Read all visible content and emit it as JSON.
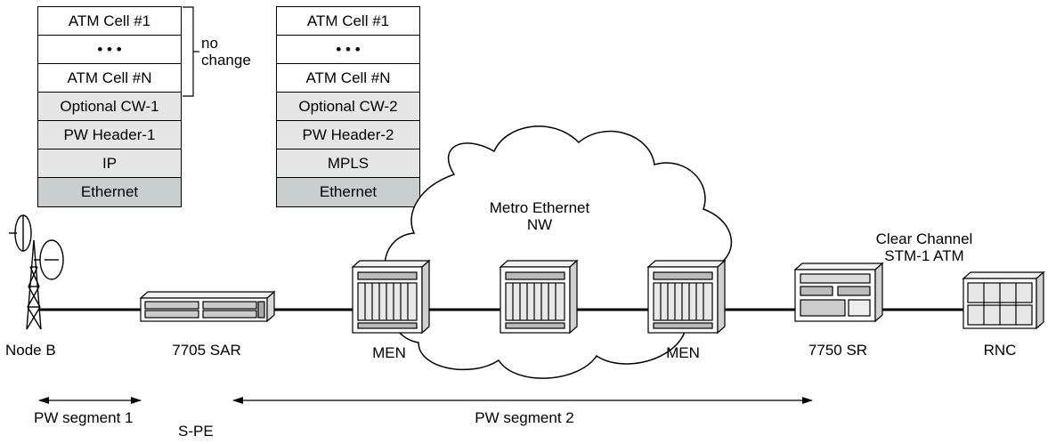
{
  "stack_left": {
    "cells": [
      "ATM Cell #1",
      "• • •",
      "ATM Cell #N",
      "Optional CW-1",
      "PW Header-1",
      "IP",
      "Ethernet"
    ]
  },
  "stack_right": {
    "cells": [
      "ATM Cell #1",
      "• • •",
      "ATM Cell #N",
      "Optional CW-2",
      "PW Header-2",
      "MPLS",
      "Ethernet"
    ]
  },
  "brace_label": "no change",
  "cloud_label": [
    "Metro Ethernet",
    "NW"
  ],
  "channel_label": [
    "Clear Channel",
    "STM-1 ATM"
  ],
  "nodes": {
    "node_b": "Node B",
    "sar": "7705 SAR",
    "men_left": "MEN",
    "men_right": "MEN",
    "sr": "7750 SR",
    "rnc": "RNC"
  },
  "segments": {
    "seg1": "PW segment 1",
    "spe": "S-PE",
    "seg2": "PW segment 2"
  }
}
